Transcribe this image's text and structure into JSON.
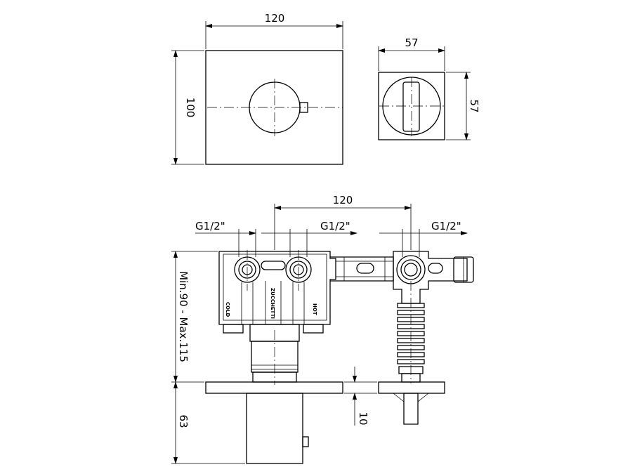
{
  "front_view": {
    "width_label": "120",
    "height_label": "100"
  },
  "knob_view": {
    "width_label": "57",
    "height_label": "57"
  },
  "section_view": {
    "center_distance_label": "120",
    "inlet_cold_label": "G1/2\"",
    "inlet_hot_label": "G1/2\"",
    "outlet_label": "G1/2\"",
    "depth_label": "Min.90 - Max.115",
    "knob_depth_label": "63",
    "plate_offset_label": "10",
    "body_text_cold": "COLD",
    "body_text_hot": "HOT",
    "body_text_brand": "ZUCCHETTI"
  }
}
